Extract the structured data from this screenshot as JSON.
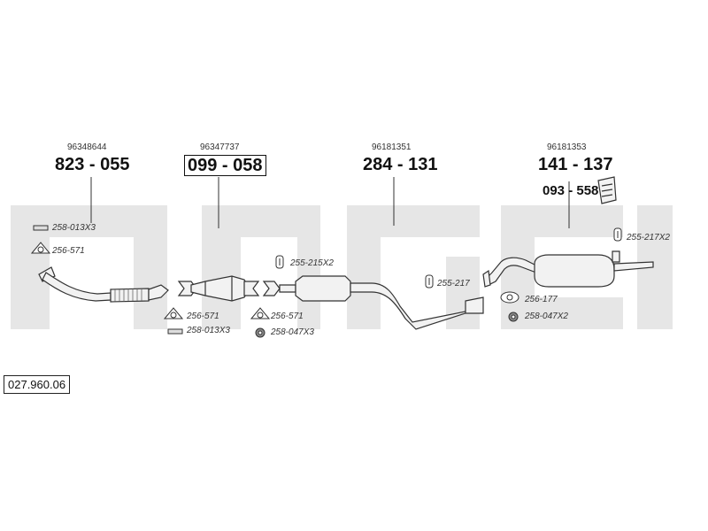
{
  "diagram_id": "027.960.06",
  "parts": [
    {
      "ref": "96348644",
      "part": "823 - 055"
    },
    {
      "ref": "96347737",
      "part": "099 - 058"
    },
    {
      "ref": "96181351",
      "part": "284 - 131"
    },
    {
      "ref": "96181353",
      "part": "141 - 137"
    }
  ],
  "extra_part": "093 - 558",
  "accessories": {
    "a1": "258-013X3",
    "a2": "256-571",
    "a3": "256-571",
    "a4": "258-013X3",
    "a5": "256-571",
    "a6": "258-047X3",
    "a7": "255-215X2",
    "a8": "255-217",
    "a9": "255-217X2",
    "a10": "256-177",
    "a11": "258-047X2"
  },
  "colors": {
    "watermark": "#e6e6e6",
    "line": "#333333",
    "pipe_fill": "#f2f2f2"
  }
}
